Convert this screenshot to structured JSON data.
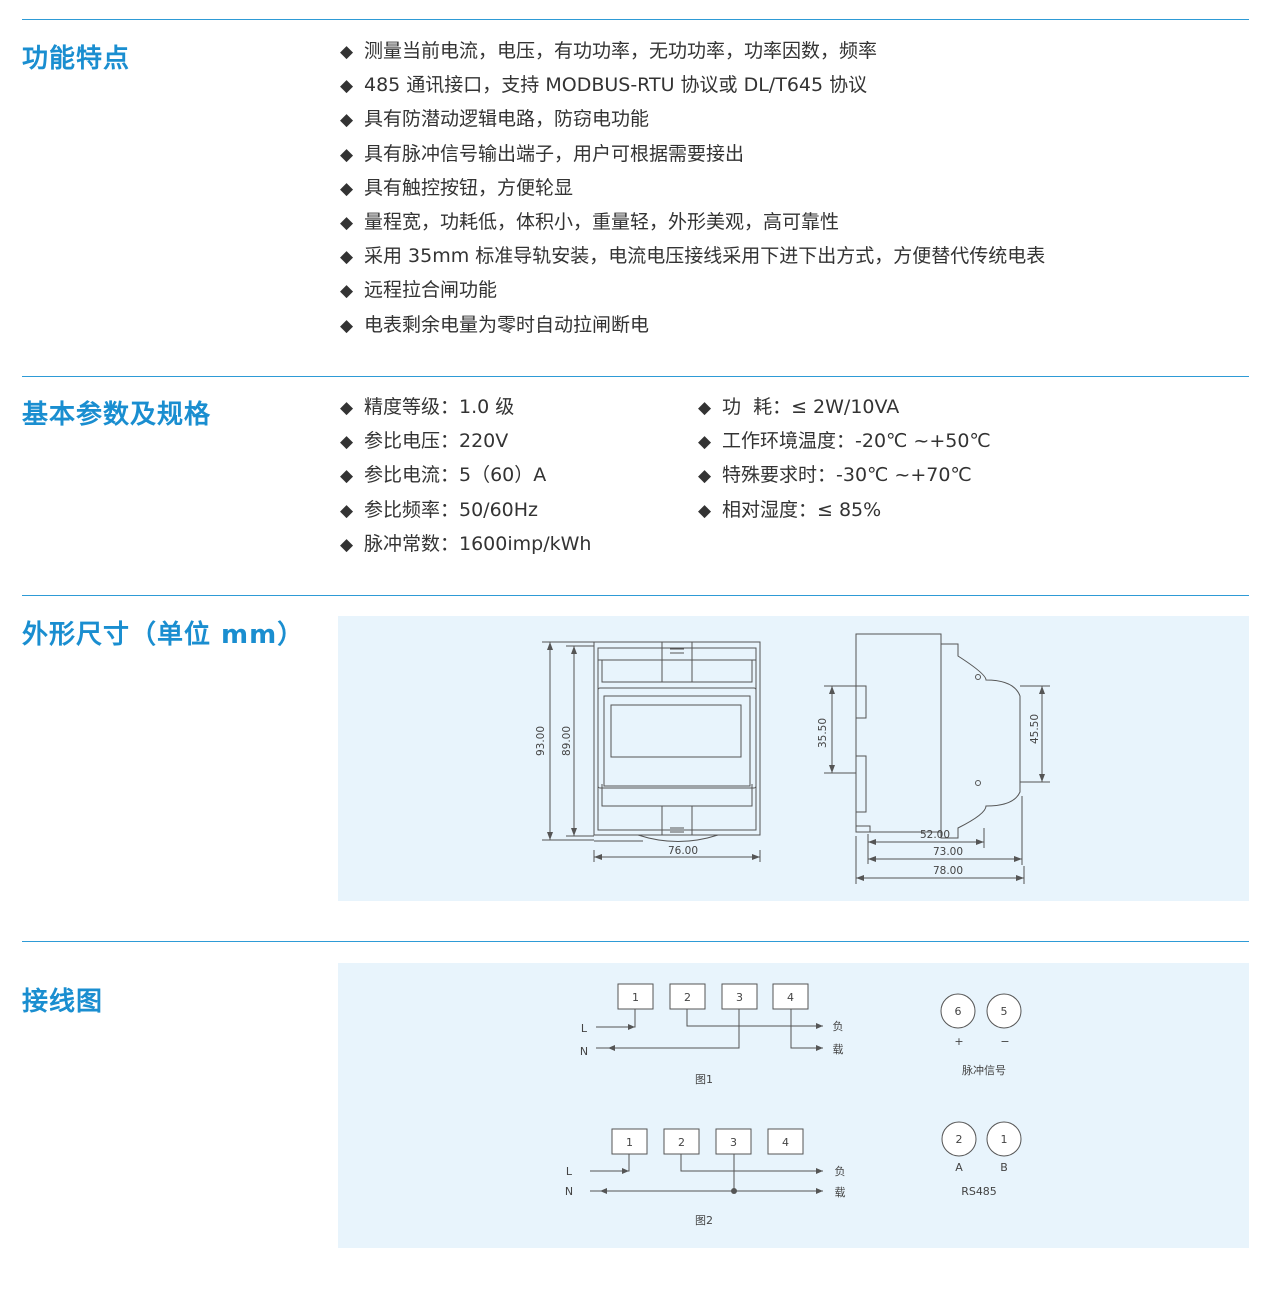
{
  "sections": {
    "features": {
      "title": "功能特点",
      "items": [
        "测量当前电流，电压，有功功率，无功功率，功率因数，频率",
        "485 通讯接口，支持 MODBUS-RTU 协议或 DL/T645 协议",
        "具有防潜动逻辑电路，防窃电功能",
        "具有脉冲信号输出端子，用户可根据需要接出",
        "具有触控按钮，方便轮显",
        "量程宽，功耗低，体积小，重量轻，外形美观，高可靠性",
        "采用 35mm 标准导轨安装，电流电压接线采用下进下出方式，方便替代传统电表",
        "远程拉合闸功能",
        "电表剩余电量为零时自动拉闸断电"
      ]
    },
    "params": {
      "title": "基本参数及规格",
      "left": [
        "精度等级：1.0 级",
        "参比电压：220V",
        "参比电流：5（60）A",
        "参比频率：50/60Hz",
        "脉冲常数：1600imp/kWh"
      ],
      "right": [
        "功  耗：≤ 2W/10VA",
        "工作环境温度：-20℃ ~+50℃",
        "特殊要求时：-30℃ ~+70℃",
        "相对湿度：≤ 85%"
      ]
    },
    "dimensions": {
      "title": "外形尺寸（单位 mm）",
      "labels": {
        "h93": "93.00",
        "h89": "89.00",
        "w76": "76.00",
        "h35": "35.50",
        "h45": "45.50",
        "d52": "52.00",
        "d73": "73.00",
        "d78": "78.00"
      }
    },
    "wiring": {
      "title": "接线图",
      "fig1": {
        "terminals": [
          "1",
          "2",
          "3",
          "4"
        ],
        "L": "L",
        "N": "N",
        "load_top": "负",
        "load_bottom": "载",
        "caption": "图1"
      },
      "fig2": {
        "terminals": [
          "1",
          "2",
          "3",
          "4"
        ],
        "L": "L",
        "N": "N",
        "load_top": "负",
        "load_bottom": "载",
        "caption": "图2"
      },
      "pulse": {
        "terminals": [
          "6",
          "5"
        ],
        "signs": [
          "+",
          "−"
        ],
        "caption": "脉冲信号"
      },
      "rs485": {
        "terminals": [
          "2",
          "1"
        ],
        "letters": [
          "A",
          "B"
        ],
        "caption": "RS485"
      }
    }
  },
  "colors": {
    "accent": "#1a8ed0",
    "panel": "#e8f4fc",
    "line": "#2e9bd6"
  }
}
